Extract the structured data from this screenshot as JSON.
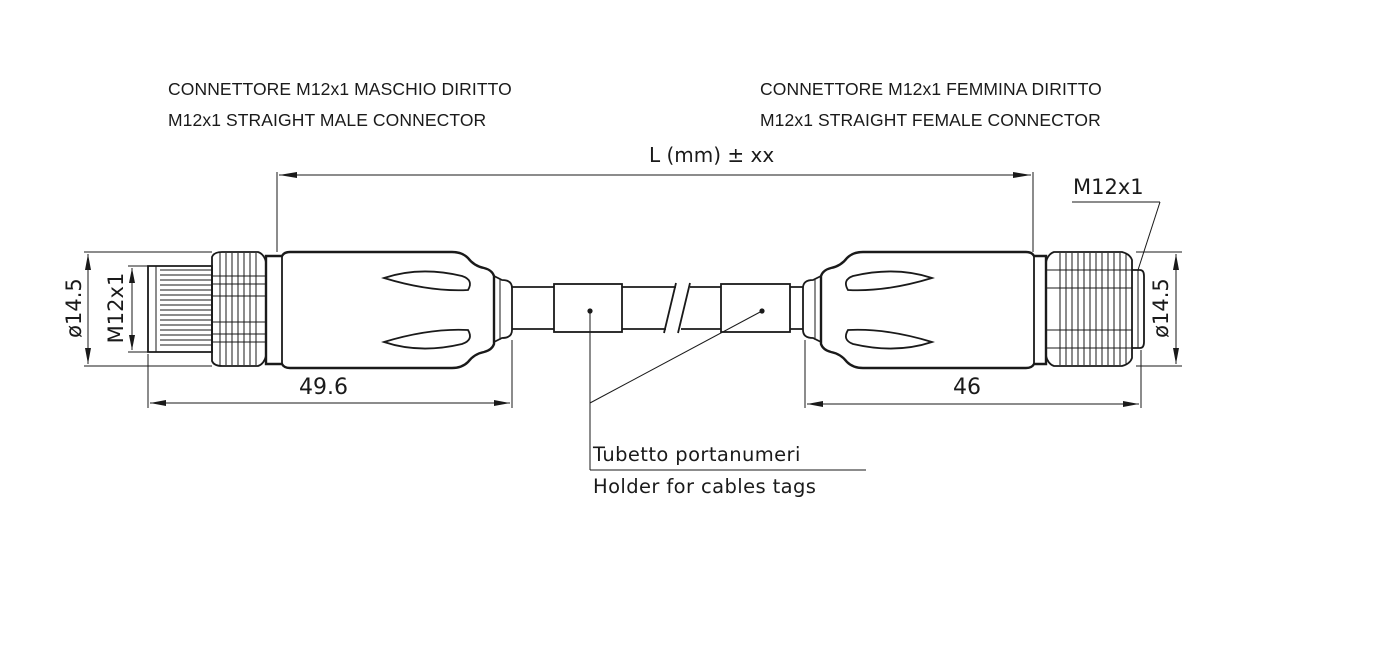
{
  "headers": {
    "male_it": "CONNETTORE M12x1 MASCHIO DIRITTO",
    "male_en": "M12x1 STRAIGHT MALE CONNECTOR",
    "female_it": "CONNETTORE M12x1 FEMMINA DIRITTO",
    "female_en": "M12x1 STRAIGHT FEMALE CONNECTOR"
  },
  "dimensions": {
    "length": "L (mm) ± xx",
    "male_length": "49.6",
    "female_length": "46",
    "left_diameter": "ø14.5",
    "left_thread": "M12x1",
    "right_diameter": "ø14.5",
    "right_thread": "M12x1"
  },
  "callout": {
    "line1": "Tubetto portanumeri",
    "line2": "Holder for cables tags"
  }
}
